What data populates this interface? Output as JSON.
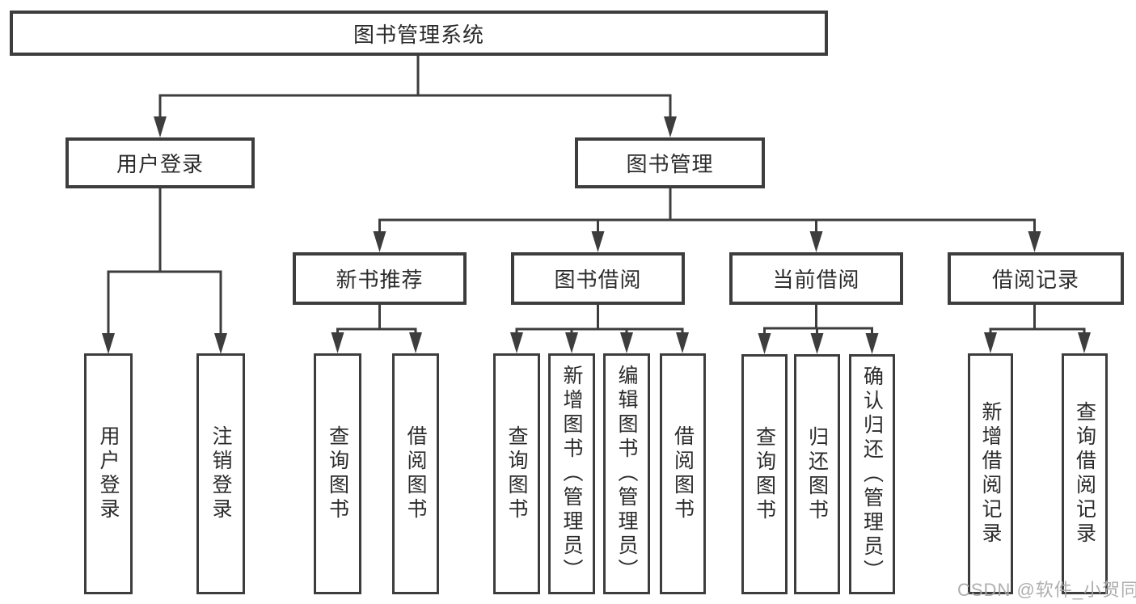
{
  "diagram": {
    "title": "图书管理系统",
    "type": "hierarchy-tree",
    "colors": {
      "line": "#3d3d3d",
      "text": "#2b2b2b",
      "background": "#ffffff"
    },
    "root": {
      "label": "图书管理系统"
    },
    "level2": [
      {
        "label": "用户登录"
      },
      {
        "label": "图书管理"
      }
    ],
    "level3": [
      {
        "label": "新书推荐",
        "parent": "图书管理"
      },
      {
        "label": "图书借阅",
        "parent": "图书管理"
      },
      {
        "label": "当前借阅",
        "parent": "图书管理"
      },
      {
        "label": "借阅记录",
        "parent": "图书管理"
      }
    ],
    "leaves": {
      "user_login": [
        {
          "label": "用户登录"
        },
        {
          "label": "注销登录"
        }
      ],
      "new_book_recommend": [
        {
          "label": "查询图书"
        },
        {
          "label": "借阅图书"
        }
      ],
      "book_borrow": [
        {
          "label": "查询图书"
        },
        {
          "label": "新增图书（管理员）"
        },
        {
          "label": "编辑图书（管理员）"
        },
        {
          "label": "借阅图书"
        }
      ],
      "current_borrow": [
        {
          "label": "查询图书"
        },
        {
          "label": "归还图书"
        },
        {
          "label": "确认归还（管理员）"
        }
      ],
      "borrow_records": [
        {
          "label": "新增借阅记录"
        },
        {
          "label": "查询借阅记录"
        }
      ]
    }
  },
  "watermark": {
    "text": "CSDN @软件_小贺同学"
  }
}
